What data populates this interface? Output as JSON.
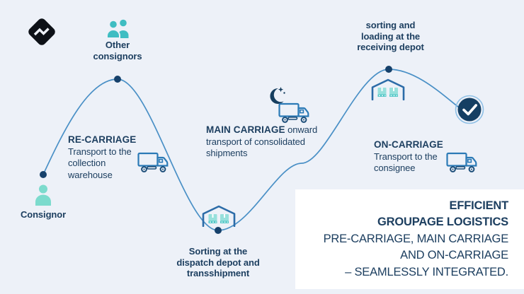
{
  "colors": {
    "background": "#edf1f8",
    "navy_text": "#1d3f60",
    "curve_blue": "#4a90c6",
    "dot_navy": "#16416b",
    "teal": "#3fbdc2",
    "light_teal": "#7cdbcd",
    "icon_blue": "#2b7ab6",
    "icon_navy": "#1d4e79",
    "check_circle": "#153f63",
    "infobox_bg": "#ffffff"
  },
  "icons": {
    "brand": "brand-diamond-logo",
    "other_consignors": "people-icon",
    "consignor": "person-icon",
    "pre_carriage": "truck-icon",
    "main_carriage_night": "moon-stars-icon",
    "main_carriage": "truck-icon",
    "dispatch_depot": "warehouse-icon",
    "receiving_depot": "warehouse-icon",
    "on_carriage": "truck-icon",
    "journey_end": "checkmark-icon"
  },
  "nodes": {
    "consignor": {
      "label": "Consignor"
    },
    "other_consignors": {
      "label": "Other consignors"
    },
    "pre_carriage": {
      "title": "RE-CARRIAGE",
      "desc": "Transport to the collection warehouse"
    },
    "dispatch_depot": {
      "label": "Sorting at the dispatch depot and transshipment"
    },
    "main_carriage": {
      "title": "MAIN CARRIAGE",
      "desc": " onward transport of consolidated shipments"
    },
    "receiving_depot": {
      "label": "sorting and loading at the receiving depot"
    },
    "on_carriage": {
      "title": "ON-CARRIAGE",
      "desc": "Transport to the consignee"
    }
  },
  "infobox": {
    "line1": "EFFICIENT",
    "line2": "GROUPAGE LOGISTICS",
    "line3": "PRE-CARRIAGE, MAIN CARRIAGE",
    "line4": "AND ON-CARRIAGE",
    "line5": "– SEAMLESSLY INTEGRATED."
  }
}
